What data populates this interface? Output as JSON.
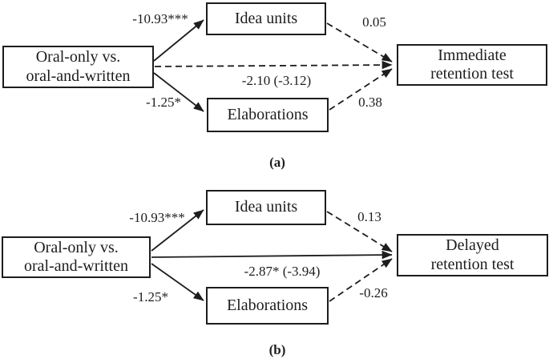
{
  "colors": {
    "line": "#1d1d1d",
    "box_border": "#1d1d1d",
    "text": "#1d1d1d",
    "background": "#ffffff"
  },
  "panel_a": {
    "caption": "(a)",
    "nodes": {
      "predictor": {
        "line1": "Oral-only vs.",
        "line2": "oral-and-written"
      },
      "mediator_top": {
        "label": "Idea units"
      },
      "mediator_bottom": {
        "label": "Elaborations"
      },
      "outcome": {
        "line1": "Immediate",
        "line2": "retention test"
      }
    },
    "paths": {
      "to_idea_units": "-10.93***",
      "to_elaborations": "-1.25*",
      "idea_units_to_outcome": "0.05",
      "elaborations_to_outcome": "0.38",
      "direct_effect": "-2.10 (-3.12)"
    }
  },
  "panel_b": {
    "caption": "(b)",
    "nodes": {
      "predictor": {
        "line1": "Oral-only vs.",
        "line2": "oral-and-written"
      },
      "mediator_top": {
        "label": "Idea units"
      },
      "mediator_bottom": {
        "label": "Elaborations"
      },
      "outcome": {
        "line1": "Delayed",
        "line2": "retention test"
      }
    },
    "paths": {
      "to_idea_units": "-10.93***",
      "to_elaborations": "-1.25*",
      "idea_units_to_outcome": "0.13",
      "elaborations_to_outcome": "-0.26",
      "direct_effect": "-2.87* (-3.94)"
    }
  }
}
